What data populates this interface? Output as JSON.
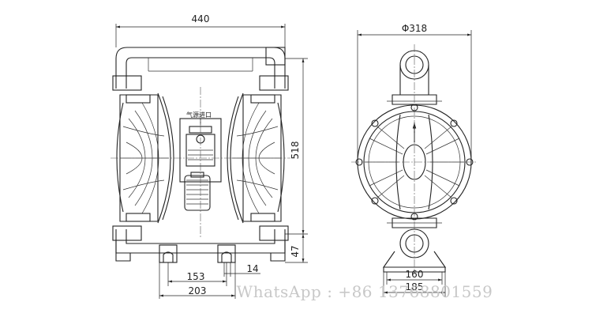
{
  "dimensions": {
    "overall_width": "440",
    "overall_height": "518",
    "foot_height": "47",
    "inlet_diameter": "Φ318",
    "foot_spacing": "153",
    "foot_slot": "14",
    "base_width": "203",
    "foot_width_inner": "160",
    "foot_width_outer": "185"
  },
  "labels": {
    "air_inlet": "气源进口"
  },
  "watermark": "WhatsApp : +86 13768801559"
}
